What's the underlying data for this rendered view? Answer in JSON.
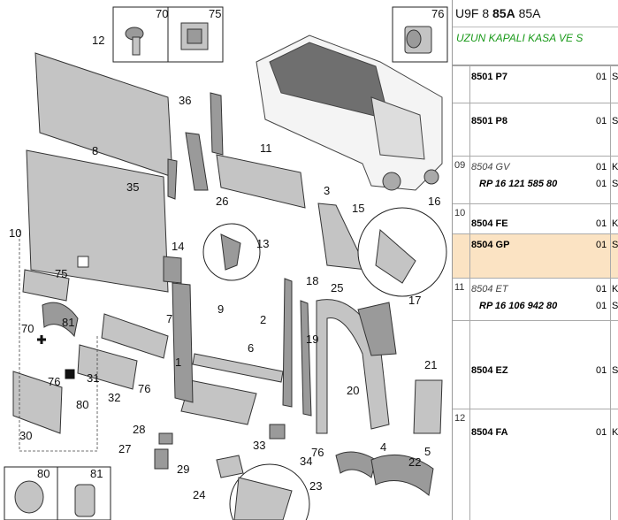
{
  "callouts": [
    "70",
    "75",
    "76",
    "12",
    "36",
    "11",
    "8",
    "35",
    "26",
    "3",
    "15",
    "16",
    "13",
    "10",
    "14",
    "9",
    "75",
    "70",
    "81",
    "7",
    "18",
    "25",
    "17",
    "2",
    "19",
    "6",
    "76",
    "31",
    "32",
    "76",
    "1",
    "21",
    "20",
    "80",
    "30",
    "28",
    "27",
    "33",
    "34",
    "76",
    "4",
    "5",
    "29",
    "22",
    "24",
    "23",
    "80",
    "81"
  ],
  "panel": {
    "header_a": "U9F 8 ",
    "header_b": "85A",
    "header_c": " 85A",
    "subtitle": "UZUN KAPALI KASA VE S",
    "rows": [
      {
        "idx": "",
        "code": "8501 P7",
        "qty": "01",
        "x": "S"
      },
      {
        "idx": "",
        "code": "8501 P8",
        "qty": "01",
        "x": "S"
      },
      {
        "idx": "09",
        "code": "8504 GV",
        "qty": "01",
        "x": "K"
      },
      {
        "idx": "",
        "code": "RP 16 121 585 80",
        "qty": "01",
        "x": "S"
      },
      {
        "idx": "10",
        "code": "8504 FE",
        "qty": "01",
        "x": "K"
      },
      {
        "idx": "",
        "code": "8504 GP",
        "qty": "01",
        "x": "S"
      },
      {
        "idx": "11",
        "code": "8504 ET",
        "qty": "01",
        "x": "K"
      },
      {
        "idx": "",
        "code": "RP 16 106 942 80",
        "qty": "01",
        "x": "S"
      },
      {
        "idx": "",
        "code": "8504 EZ",
        "qty": "01",
        "x": "S"
      },
      {
        "idx": "12",
        "code": "8504 FA",
        "qty": "01",
        "x": "K"
      }
    ]
  }
}
